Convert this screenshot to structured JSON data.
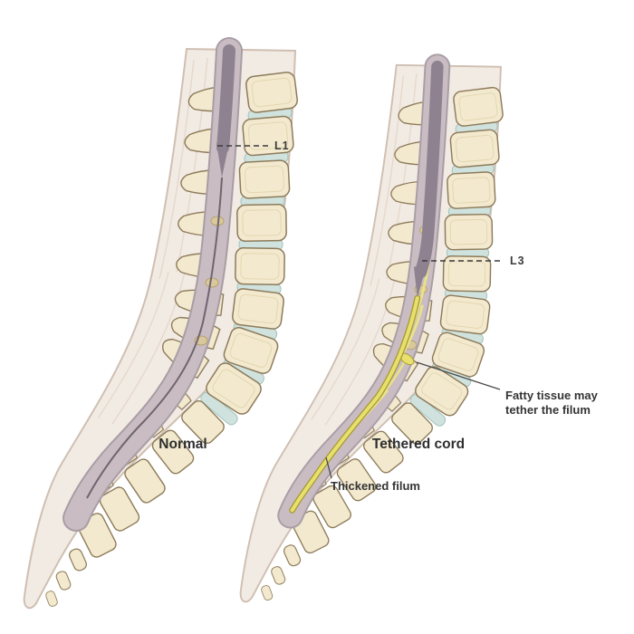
{
  "figure": {
    "panels": [
      {
        "caption": "Normal",
        "level_label": "L1"
      },
      {
        "caption": "Tethered cord",
        "level_label": "L3"
      }
    ],
    "annotations": {
      "fatty_line1": "Fatty tissue may",
      "fatty_line2": "tether the filum",
      "thickened_filum": "Thickened filum"
    },
    "colors": {
      "bone": "#f3e9cf",
      "bone_outline": "#8d7b5a",
      "disc": "#cfe2dd",
      "dura": "#c9bdc3",
      "dura_outline": "#a99da5",
      "cord": "#8e8290",
      "fat": "#e8e06d",
      "fat_outline": "#a89b38",
      "tissue": "#f2ebe4",
      "label_text": "#3b3b3b"
    }
  }
}
